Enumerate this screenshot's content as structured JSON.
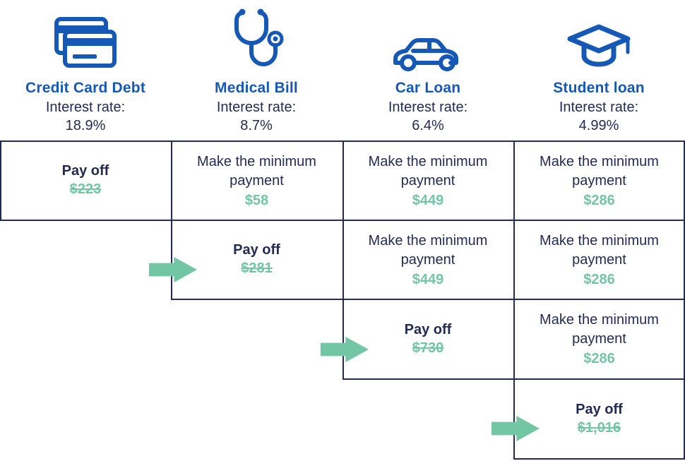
{
  "columns": [
    {
      "title": "Credit Card Debt",
      "rate_label": "Interest rate:",
      "rate": "18.9%",
      "icon": "credit-card-icon"
    },
    {
      "title": "Medical Bill",
      "rate_label": "Interest rate:",
      "rate": "8.7%",
      "icon": "stethoscope-icon"
    },
    {
      "title": "Car Loan",
      "rate_label": "Interest rate:",
      "rate": "6.4%",
      "icon": "car-icon"
    },
    {
      "title": "Student loan",
      "rate_label": "Interest rate:",
      "rate": "4.99%",
      "icon": "graduation-cap-icon"
    }
  ],
  "labels": {
    "pay_off": "Pay off",
    "minimum_payment": "Make the minimum payment"
  },
  "cells": {
    "r1c1": {
      "type": "payoff",
      "amount": "$223"
    },
    "r1c2": {
      "type": "minimum",
      "amount": "$58"
    },
    "r1c3": {
      "type": "minimum",
      "amount": "$449"
    },
    "r1c4": {
      "type": "minimum",
      "amount": "$286"
    },
    "r2c2": {
      "type": "payoff",
      "amount": "$281"
    },
    "r2c3": {
      "type": "minimum",
      "amount": "$449"
    },
    "r2c4": {
      "type": "minimum",
      "amount": "$286"
    },
    "r3c3": {
      "type": "payoff",
      "amount": "$730"
    },
    "r3c4": {
      "type": "minimum",
      "amount": "$286"
    },
    "r4c4": {
      "type": "payoff",
      "amount": "$1,016"
    }
  },
  "colors": {
    "blue": "#1658b5",
    "navy": "#242a56",
    "green": "#73c6a3"
  }
}
